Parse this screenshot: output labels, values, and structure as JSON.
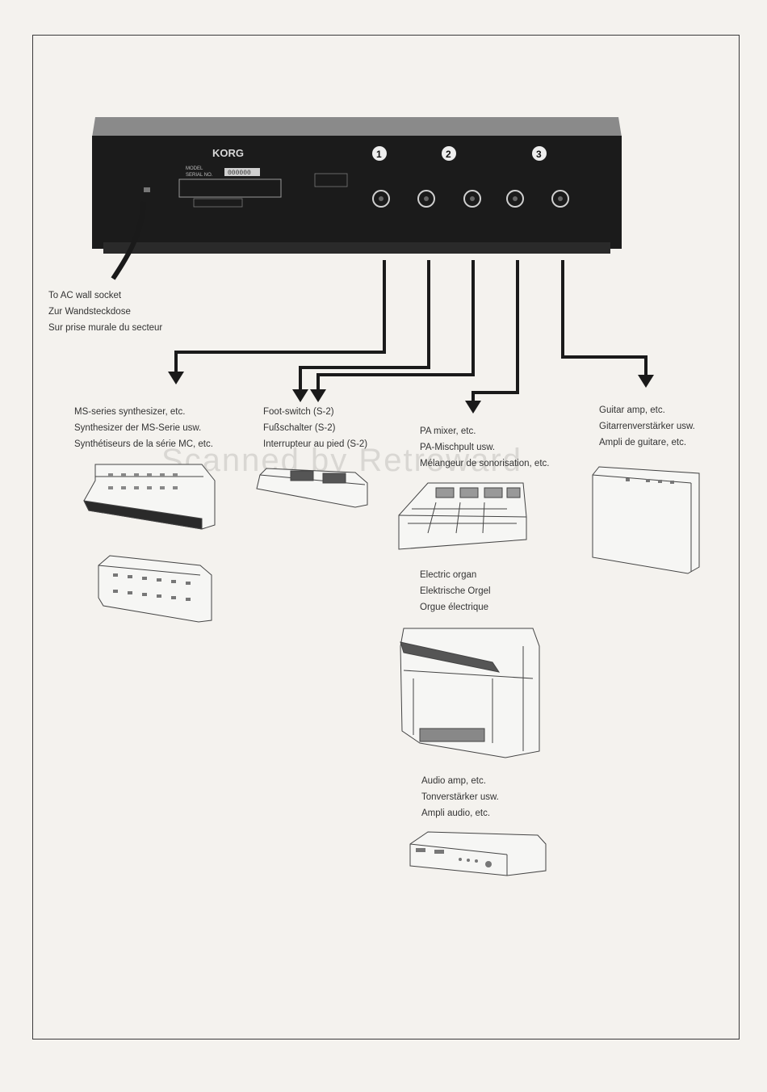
{
  "device": {
    "brand": "KORG",
    "panel_model_label": "MODEL",
    "panel_serial_label": "SERIAL NO.",
    "serial_value": "000000",
    "port_numbers": [
      "1",
      "2",
      "3"
    ]
  },
  "ac_socket": {
    "lines": [
      "To AC wall socket",
      "Zur Wandsteckdose",
      "Sur prise murale du secteur"
    ]
  },
  "ms_synth": {
    "lines": [
      "MS-series synthesizer, etc.",
      "Synthesizer der MS-Serie usw.",
      "Synthétiseurs de la série MC, etc."
    ]
  },
  "foot_switch": {
    "lines": [
      "Foot-switch (S-2)",
      "Fußschalter (S-2)",
      "Interrupteur au pied (S-2)"
    ]
  },
  "pa_mixer": {
    "lines": [
      "PA mixer, etc.",
      "PA-Mischpult usw.",
      "Mélangeur de sonorisation, etc."
    ]
  },
  "guitar_amp": {
    "lines": [
      "Guitar amp, etc.",
      "Gitarrenverstärker usw.",
      "Ampli de guitare, etc."
    ]
  },
  "electric_organ": {
    "lines": [
      "Electric organ",
      "Elektrische Orgel",
      "Orgue électrique"
    ]
  },
  "audio_amp": {
    "lines": [
      "Audio amp, etc.",
      "Tonverstärker usw.",
      "Ampli audio, etc."
    ]
  },
  "watermark": "Scanned by Retroward"
}
